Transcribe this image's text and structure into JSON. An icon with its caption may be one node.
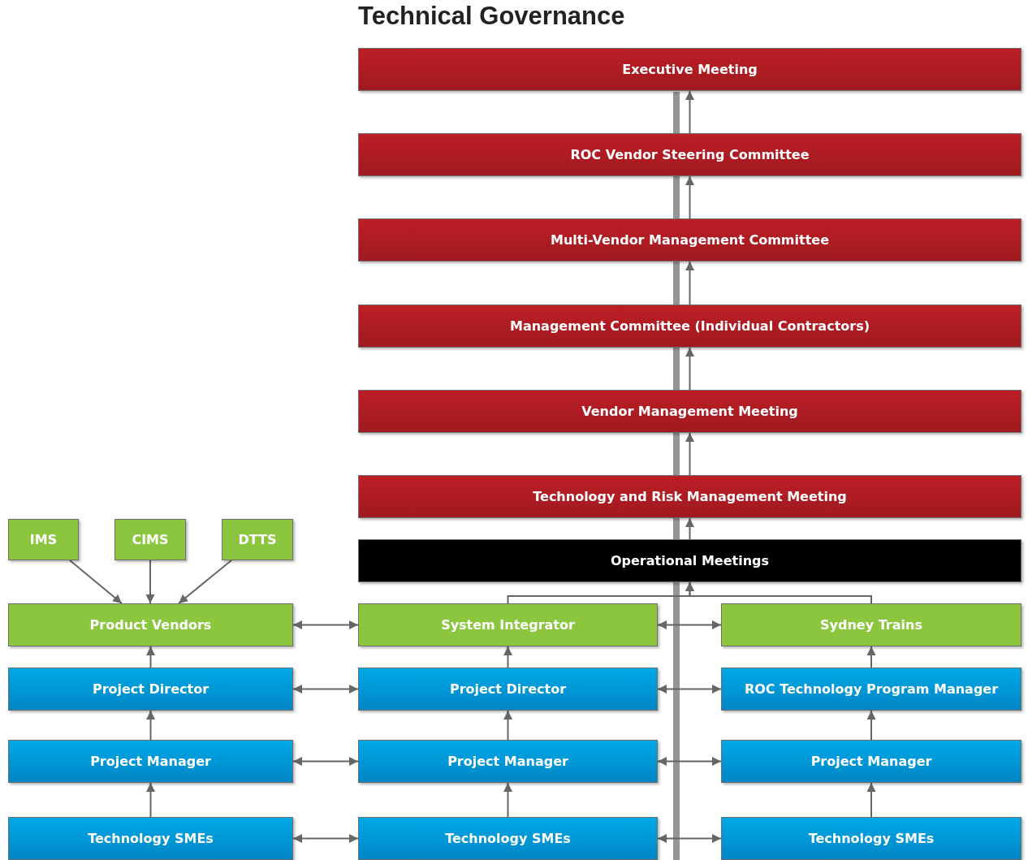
{
  "diagram": {
    "title": "Technical Governance",
    "nodes": [
      {
        "text": [
          "Executive Meeting"
        ]
      },
      {
        "text": [
          "ROC Vendor Steering Committee"
        ]
      },
      {
        "text": [
          "Multi-Vendor Management Committee"
        ]
      },
      {
        "text": [
          "Management Committee (Individual Contractors)"
        ]
      },
      {
        "text": [
          "Vendor Management Meeting"
        ]
      },
      {
        "text": [
          "Technology and Risk Management Meeting"
        ]
      },
      {
        "text": [
          "Operational Meetings"
        ]
      },
      {
        "text": [
          "IMS"
        ]
      },
      {
        "text": [
          "CIMS"
        ]
      },
      {
        "text": [
          "DTTS"
        ]
      },
      {
        "text": [
          "Product Vendors"
        ]
      },
      {
        "text": [
          "System Integrator"
        ]
      },
      {
        "text": [
          "Sydney Trains"
        ]
      },
      {
        "text": [
          "Project Director"
        ]
      },
      {
        "text": [
          "Project Director"
        ]
      },
      {
        "text": [
          "ROC Technology Program Manager"
        ]
      },
      {
        "text": [
          "Project Manager"
        ]
      },
      {
        "text": [
          "Project Manager"
        ]
      },
      {
        "text": [
          "Project Manager"
        ]
      },
      {
        "text": [
          "Technology SMEs"
        ]
      },
      {
        "text": [
          "Technology SMEs"
        ]
      },
      {
        "text": [
          "Technology SMEs"
        ]
      }
    ],
    "edges": [
      {
        "from": 1,
        "to": 0,
        "arrow": "to"
      },
      {
        "from": 2,
        "to": 1,
        "arrow": "to"
      },
      {
        "from": 3,
        "to": 2,
        "arrow": "to"
      },
      {
        "from": 4,
        "to": 3,
        "arrow": "to"
      },
      {
        "from": 5,
        "to": 4,
        "arrow": "to"
      },
      {
        "from": 6,
        "to": 5,
        "arrow": "to"
      },
      {
        "from": 11,
        "to": 6,
        "arrow": "to"
      },
      {
        "from": 12,
        "to": 6,
        "arrow": "to"
      },
      {
        "from": 7,
        "to": 10,
        "arrow": "to"
      },
      {
        "from": 8,
        "to": 10,
        "arrow": "to"
      },
      {
        "from": 9,
        "to": 10,
        "arrow": "to"
      },
      {
        "from": 10,
        "to": 11,
        "arrow": "both"
      },
      {
        "from": 11,
        "to": 12,
        "arrow": "both"
      },
      {
        "from": 13,
        "to": 10,
        "arrow": "to"
      },
      {
        "from": 14,
        "to": 11,
        "arrow": "to"
      },
      {
        "from": 15,
        "to": 12,
        "arrow": "to"
      },
      {
        "from": 16,
        "to": 13,
        "arrow": "to"
      },
      {
        "from": 17,
        "to": 14,
        "arrow": "to"
      },
      {
        "from": 18,
        "to": 15,
        "arrow": "to"
      },
      {
        "from": 19,
        "to": 16,
        "arrow": "to"
      },
      {
        "from": 20,
        "to": 17,
        "arrow": "to"
      },
      {
        "from": 21,
        "to": 18,
        "arrow": "to"
      },
      {
        "from": 13,
        "to": 14,
        "arrow": "both"
      },
      {
        "from": 14,
        "to": 15,
        "arrow": "both"
      },
      {
        "from": 16,
        "to": 17,
        "arrow": "both"
      },
      {
        "from": 17,
        "to": 18,
        "arrow": "both"
      },
      {
        "from": 19,
        "to": 20,
        "arrow": "both"
      },
      {
        "from": 20,
        "to": 21,
        "arrow": "both"
      }
    ]
  }
}
